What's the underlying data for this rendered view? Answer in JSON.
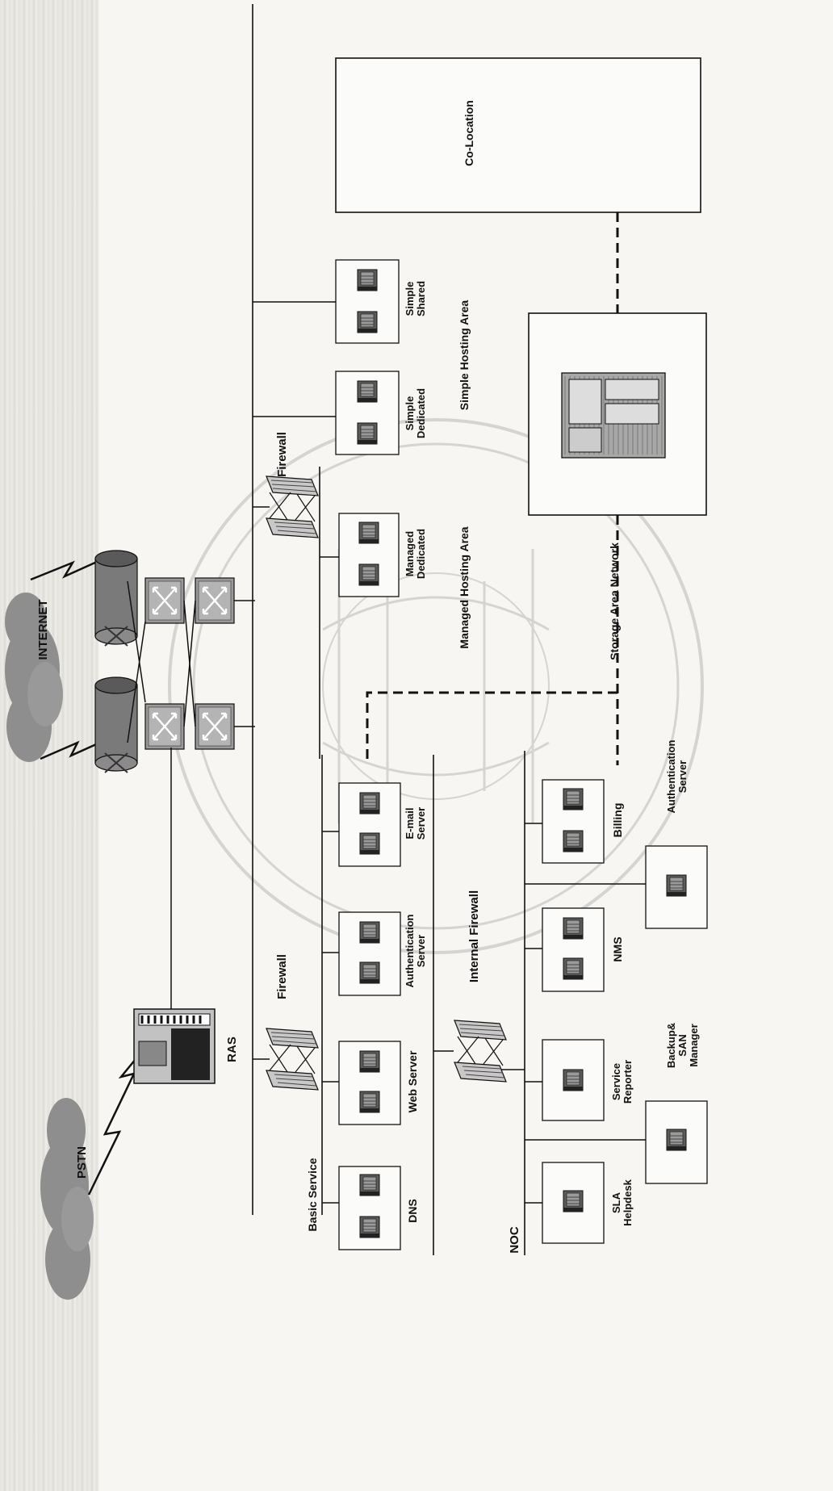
{
  "labels": {
    "pstn": "PSTN",
    "internet": "INTERNET",
    "ras": "RAS",
    "firewall_basic": "Firewall",
    "firewall_managed": "Firewall",
    "internal_firewall": "Internal  Firewall",
    "basic_service": "Basic Service",
    "noc": "NOC",
    "dns": "DNS",
    "web_server": "Web Server",
    "auth_server_line1": "Authentication",
    "auth_server_line2": "Server",
    "email_line1": "E-mail",
    "email_line2": "Server",
    "managed_dedicated_line1": "Managed",
    "managed_dedicated_line2": "Dedicated",
    "managed_hosting_area": "Managed Hosting Area",
    "simple_dedicated_line1": "Simple",
    "simple_dedicated_line2": "Dedicated",
    "simple_shared_line1": "Simple",
    "simple_shared_line2": "Shared",
    "simple_hosting_area": "Simple Hosting Area",
    "colocation": "Co-Location",
    "storage_area_network": "Storage Area Network",
    "sla_line1": "SLA",
    "sla_line2": "Helpdesk",
    "service_reporter_line1": "Service",
    "service_reporter_line2": "Reporter",
    "backup_line1": "Backup&",
    "backup_line2": "SAN",
    "backup_line3": "Manager",
    "nms": "NMS",
    "billing": "Billing",
    "noc_auth_line1": "Authentication",
    "noc_auth_line2": "Server"
  }
}
